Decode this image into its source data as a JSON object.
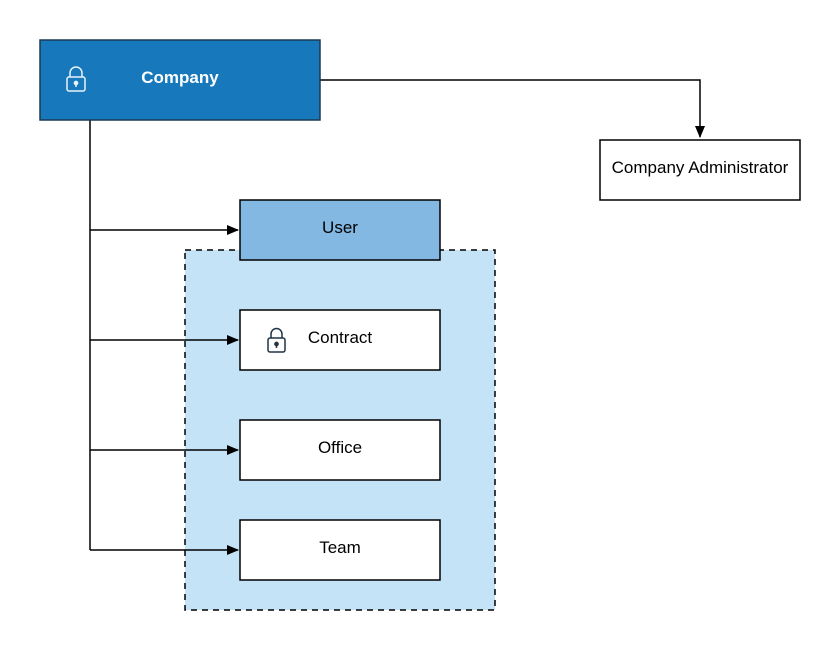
{
  "colors": {
    "company_fill": "#1779bb",
    "company_stroke": "#1a3a55",
    "user_fill": "#83b8e2",
    "group_fill": "#c4e3f6",
    "line": "#000000",
    "lock_light": "#e8f2fb",
    "lock_dark": "#1f3447"
  },
  "nodes": {
    "company": {
      "label": "Company",
      "icon": "lock-icon"
    },
    "admin": {
      "label": "Company Administrator"
    },
    "user": {
      "label": "User"
    },
    "contract": {
      "label": "Contract",
      "icon": "lock-icon"
    },
    "office": {
      "label": "Office"
    },
    "team": {
      "label": "Team"
    }
  }
}
